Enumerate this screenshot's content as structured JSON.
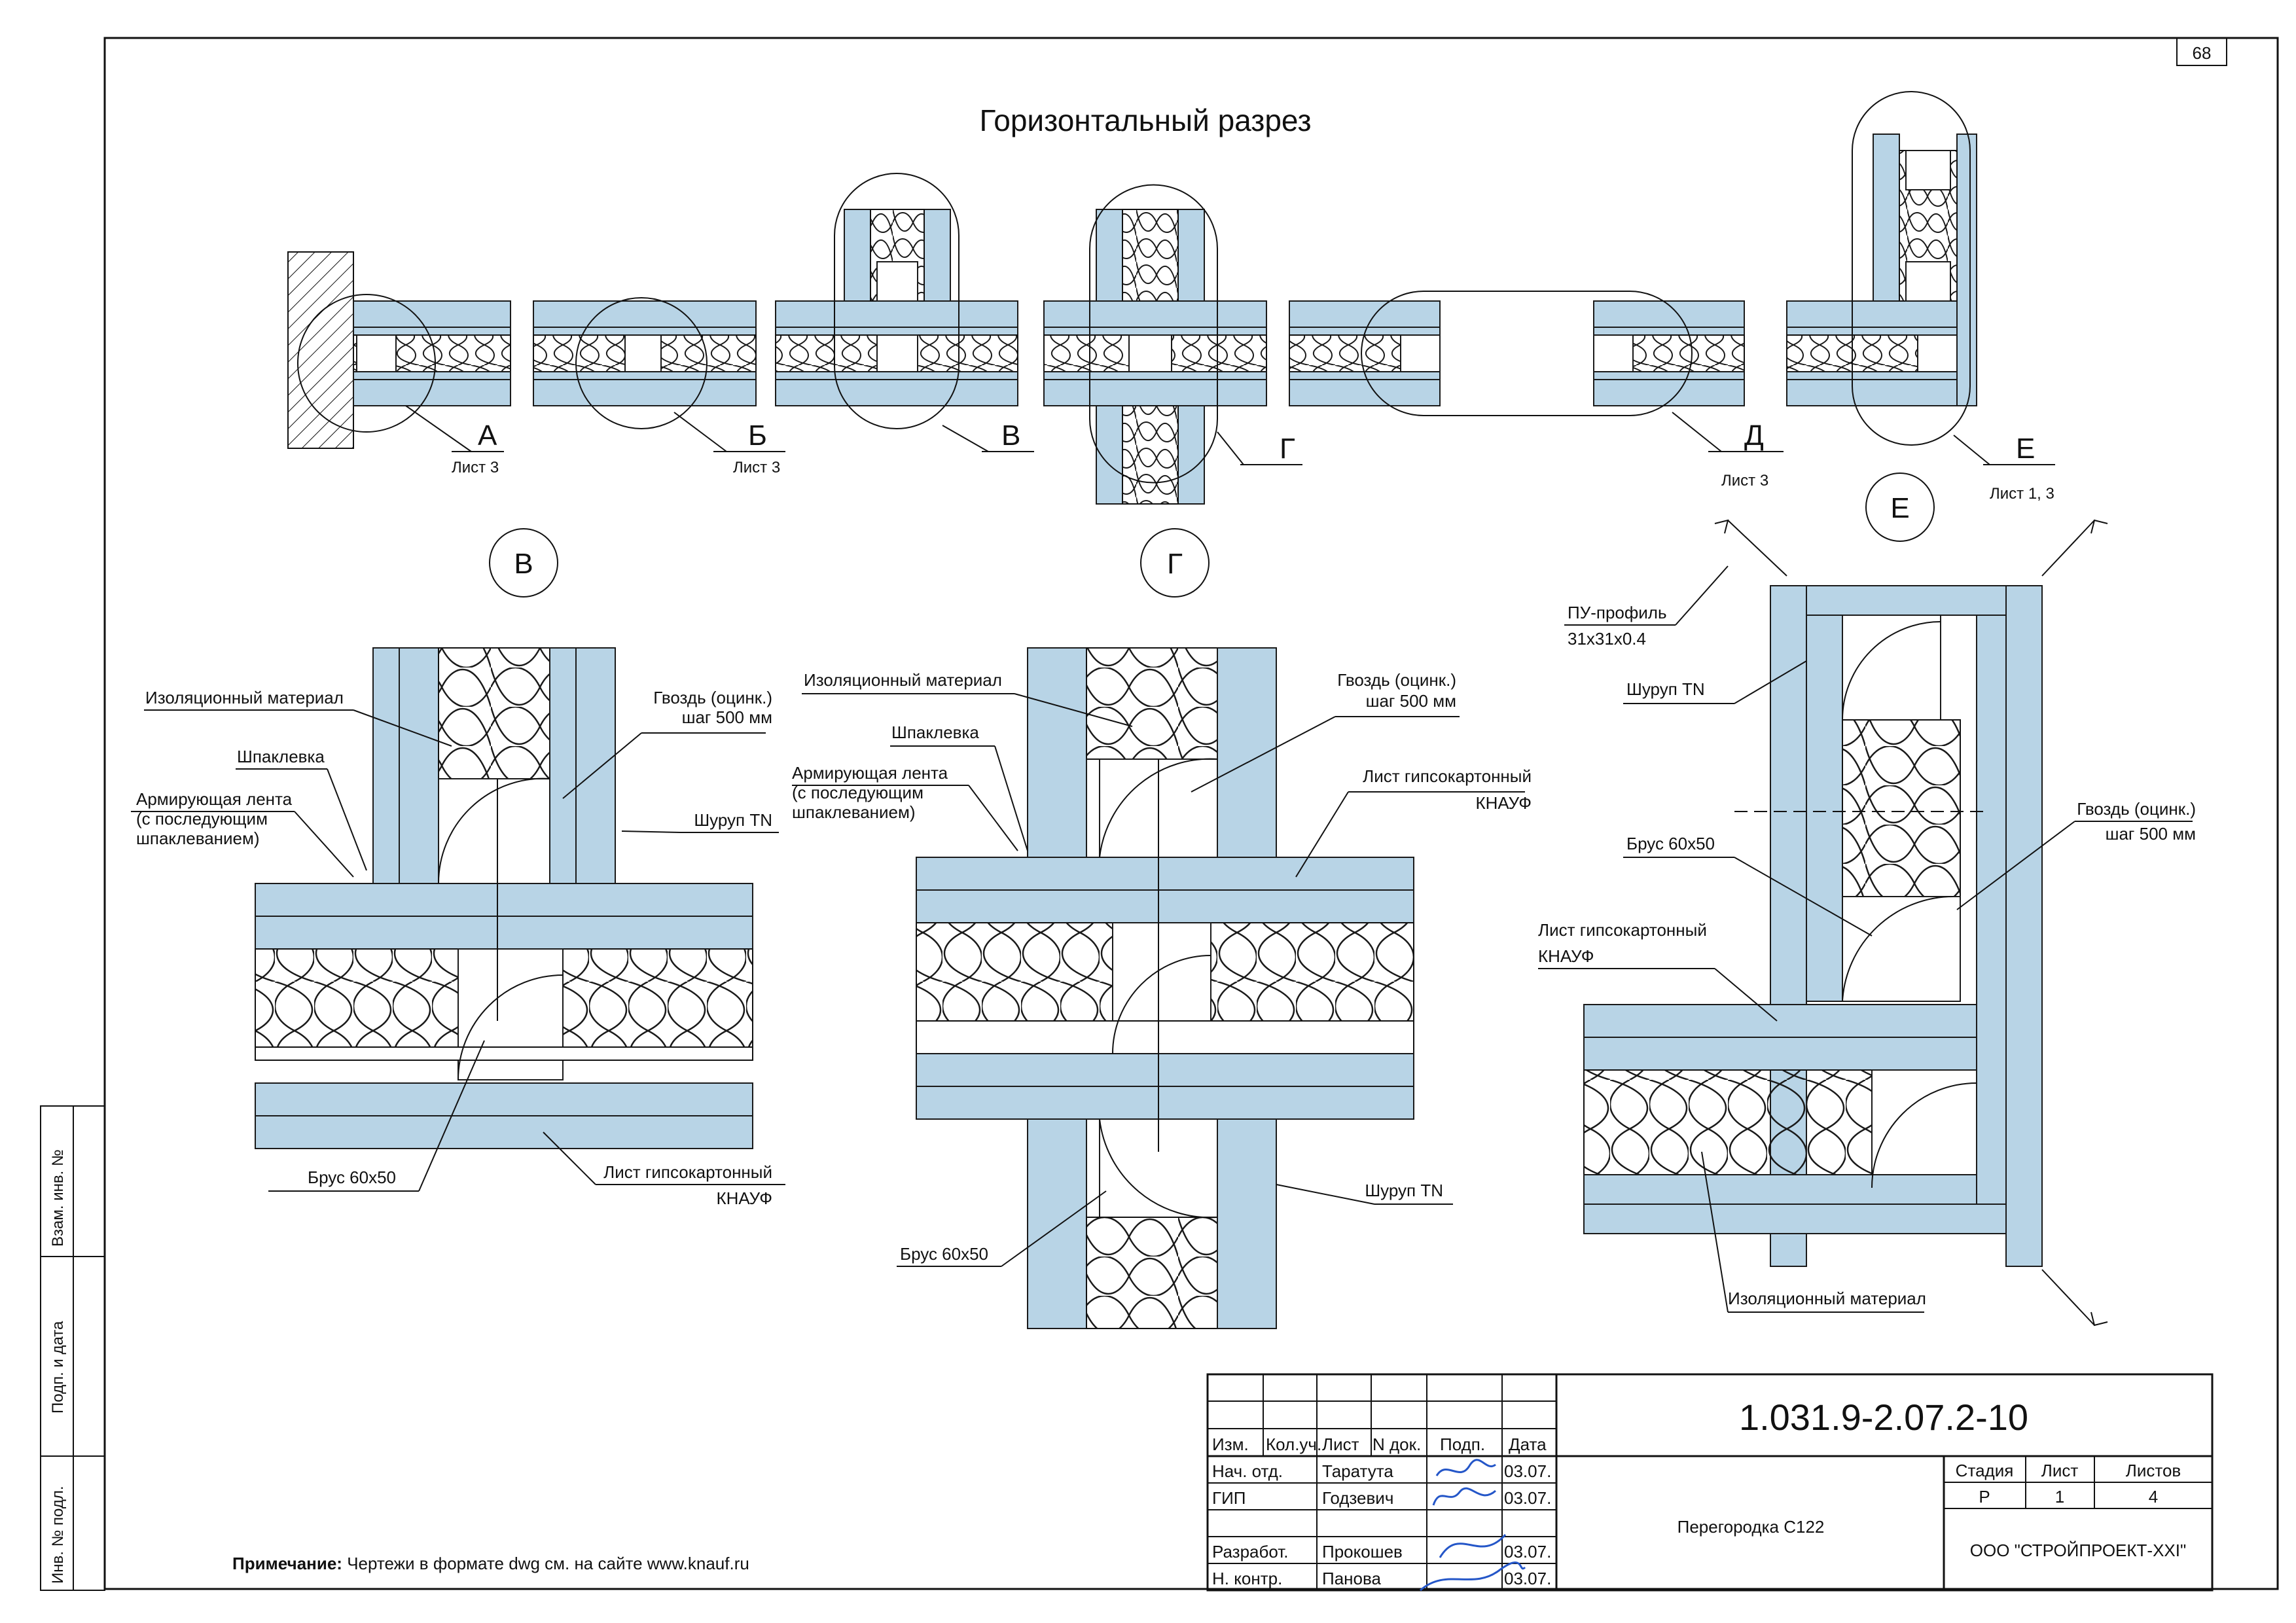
{
  "sheet": {
    "page_number": "68",
    "title": "Горизонтальный разрез"
  },
  "details": {
    "a": {
      "letter": "А",
      "ref": "Лист 3"
    },
    "b": {
      "letter": "Б",
      "ref": "Лист 3"
    },
    "v": {
      "letter": "В",
      "ref": ""
    },
    "g": {
      "letter": "Г",
      "ref": ""
    },
    "d": {
      "letter": "Д",
      "ref": "Лист 3"
    },
    "e": {
      "letter": "Е",
      "ref": "Лист 1, 3"
    }
  },
  "detail_v": {
    "badge": "В",
    "labels": {
      "insulation": "Изоляционный материал",
      "putty": "Шпаклевка",
      "tape1": "Армирующая лента",
      "tape2": "(с последующим",
      "tape3": "шпаклеванием)",
      "nail1": "Гвоздь (оцинк.)",
      "nail2": "шаг 500 мм",
      "screw": "Шуруп TN",
      "beam": "Брус 60х50",
      "gkl1": "Лист гипсокартонный",
      "gkl2": "КНАУФ"
    }
  },
  "detail_g": {
    "badge": "Г",
    "labels": {
      "insulation": "Изоляционный материал",
      "putty": "Шпаклевка",
      "tape1": "Армирующая лента",
      "tape2": "(с последующим",
      "tape3": "шпаклеванием)",
      "nail1": "Гвоздь (оцинк.)",
      "nail2": "шаг 500 мм",
      "gkl1": "Лист гипсокартонный",
      "gkl2": "КНАУФ",
      "screw": "Шуруп TN",
      "beam": "Брус 60х50"
    }
  },
  "detail_e": {
    "badge": "Е",
    "labels": {
      "profile1": "ПУ-профиль",
      "profile2": "31х31х0.4",
      "screw": "Шуруп TN",
      "beam": "Брус 60х50",
      "nail1": "Гвоздь (оцинк.)",
      "nail2": "шаг 500 мм",
      "gkl1": "Лист гипсокартонный",
      "gkl2": "КНАУФ",
      "insulation": "Изоляционный материал"
    }
  },
  "side_stamp": [
    "Инв. № подл.",
    "Подп. и дата",
    "Взам. инв. №"
  ],
  "note": {
    "bold": "Примечание:",
    "text": " Чертежи в формате dwg см. на сайте www.knauf.ru"
  },
  "title_block": {
    "doc_code": "1.031.9-2.07.2-10",
    "headers": [
      "Изм.",
      "Кол.уч.",
      "Лист",
      "N док.",
      "Подп.",
      "Дата"
    ],
    "rows": [
      {
        "role": "Нач. отд.",
        "name": "Таратута",
        "date": "03.07."
      },
      {
        "role": "ГИП",
        "name": "Годзевич",
        "date": "03.07."
      },
      {
        "role": "",
        "name": "",
        "date": ""
      },
      {
        "role": "Разработ.",
        "name": "Прокошев",
        "date": "03.07."
      },
      {
        "role": "Н. контр.",
        "name": "Панова",
        "date": "03.07."
      }
    ],
    "stage_header": "Стадия",
    "sheet_header": "Лист",
    "sheets_header": "Листов",
    "stage": "Р",
    "sheet": "1",
    "sheets": "4",
    "object_name": "Перегородка С122",
    "company": "ООО \"СТРОЙПРОЕКТ-XXI\""
  },
  "colors": {
    "board": "#b8d4e6",
    "line": "#111111",
    "signature": "#2456c8"
  }
}
